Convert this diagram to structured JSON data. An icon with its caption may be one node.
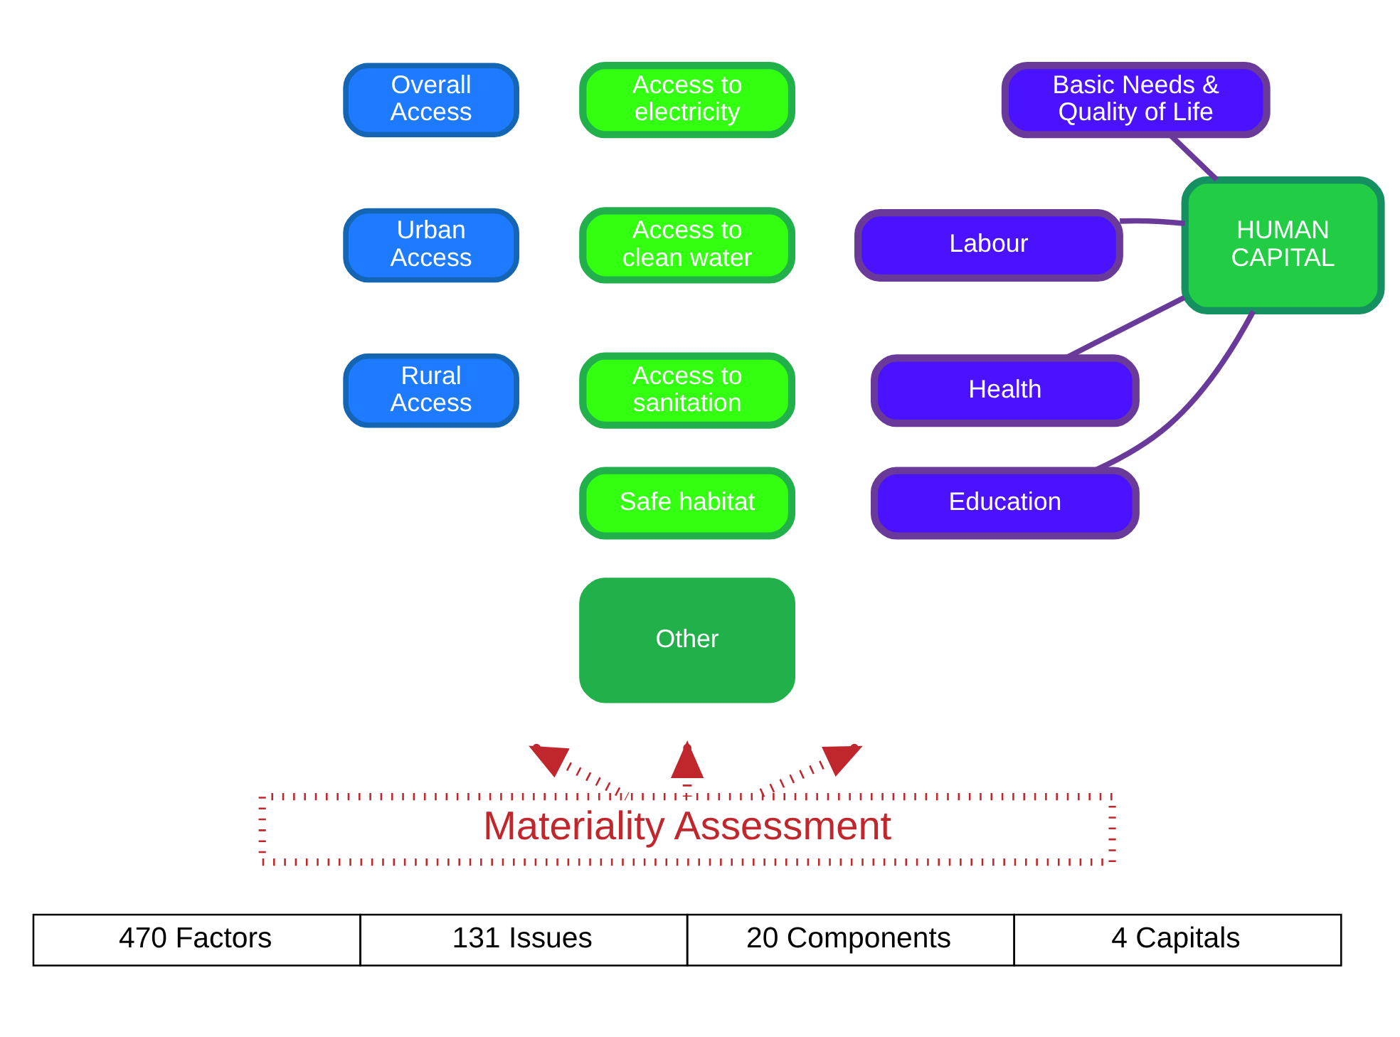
{
  "diagram": {
    "nodes": [
      {
        "text": [
          "Overall Access"
        ]
      },
      {
        "text": [
          "Urban Access"
        ]
      },
      {
        "text": [
          "Rural Access"
        ]
      },
      {
        "text": [
          "Access to electricity"
        ]
      },
      {
        "text": [
          "Access to clean water"
        ]
      },
      {
        "text": [
          "Access to sanitation"
        ]
      },
      {
        "text": [
          "Safe habitat"
        ]
      },
      {
        "text": [
          "Other"
        ]
      },
      {
        "text": [
          "Basic Needs & Quality of Life"
        ]
      },
      {
        "text": [
          "Labour"
        ]
      },
      {
        "text": [
          "Health"
        ]
      },
      {
        "text": [
          "Education"
        ]
      },
      {
        "text": [
          "HUMAN CAPITAL"
        ]
      },
      {
        "text": [
          "Materiality Assessment"
        ]
      }
    ],
    "edges": [
      {
        "from": 8,
        "to": 12,
        "arrow": "none"
      },
      {
        "from": 9,
        "to": 12,
        "arrow": "none"
      },
      {
        "from": 10,
        "to": 12,
        "arrow": "none"
      },
      {
        "from": 11,
        "to": 12,
        "arrow": "none"
      },
      {
        "from": 13,
        "to": null,
        "arrow": "to",
        "style": "dashed",
        "color": "#c0272d"
      },
      {
        "from": 13,
        "to": null,
        "arrow": "to",
        "style": "dashed",
        "color": "#c0272d"
      },
      {
        "from": 13,
        "to": null,
        "arrow": "to",
        "style": "dashed",
        "color": "#c0272d"
      }
    ],
    "labels": [
      "470 Factors",
      "131 Issues",
      "20 Components",
      "4 Capitals"
    ]
  }
}
